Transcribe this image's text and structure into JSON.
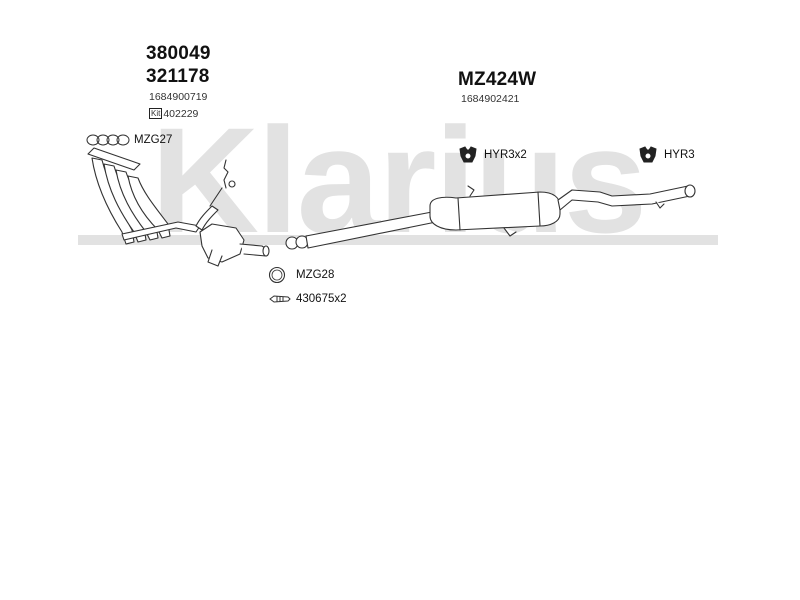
{
  "watermark": {
    "brand": "Klarius"
  },
  "front_section": {
    "part_number_1": "380049",
    "part_number_2": "321178",
    "oe_number": "1684900719",
    "kit_badge": "Kit",
    "kit_number": "402229"
  },
  "rear_section": {
    "part_number": "MZ424W",
    "oe_number": "1684902421"
  },
  "parts": {
    "gasket_front": "MZG27",
    "gasket_mid": "MZG28",
    "bolt": "430675x2",
    "hanger_pair": "HYR3x2",
    "hanger_rear": "HYR3"
  },
  "colors": {
    "watermark": "#e2e2e2",
    "line": "#333333",
    "fill": "#ffffff"
  }
}
